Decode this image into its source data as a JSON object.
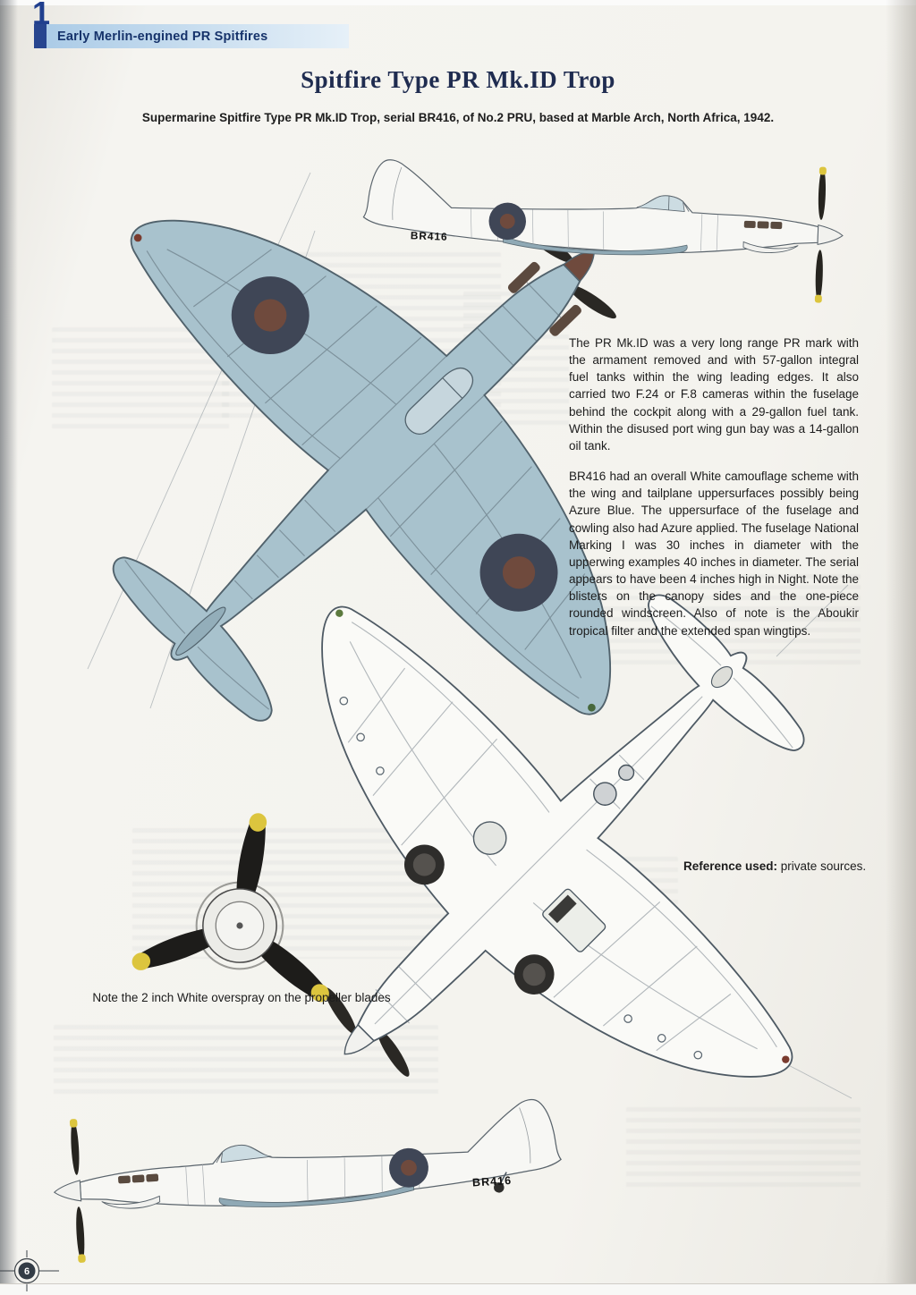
{
  "page": {
    "number": "6",
    "chapter_number": "1",
    "header": "Early Merlin-engined PR Spitfires",
    "title": "Spitfire Type PR Mk.ID Trop",
    "subtitle": "Supermarine Spitfire Type PR Mk.ID Trop, serial BR416, of No.2 PRU, based at Marble Arch, North Africa, 1942."
  },
  "paragraphs": {
    "p1": "The PR Mk.ID was a very long range PR mark with the armament removed and with 57-gallon integral fuel tanks within the wing leading edges. It also carried two F.24 or F.8 cameras within the fuselage behind the cockpit along with a 29-gallon fuel tank. Within the disused port wing gun bay was a 14-gallon oil tank.",
    "p2": "BR416 had an overall White camouflage scheme with the wing and tailplane uppersurfaces possibly being Azure Blue. The uppersurface of the fuselage and cowling also had Azure applied. The fuselage National Marking I was 30 inches in diameter with the upperwing examples 40 inches in diameter. The serial appears to have been 4 inches high in Night. Note the blisters on the canopy sides and the one-piece rounded windscreen. Also of note is the Aboukir tropical filter and the extended span wingtips."
  },
  "reference": {
    "label": "Reference used:",
    "text": " private sources."
  },
  "captions": {
    "propeller": "Note the 2 inch White overspray on the propeller blades"
  },
  "aircraft": {
    "serial": "BR416"
  },
  "colors": {
    "azure_upper": "#a8c2cd",
    "roundel_outer": "#3f4656",
    "roundel_center": "#6f4a3d",
    "header_blue": "#16336b",
    "band_blue": "#a9cae6",
    "prop_yellow": "#dcc53e"
  }
}
